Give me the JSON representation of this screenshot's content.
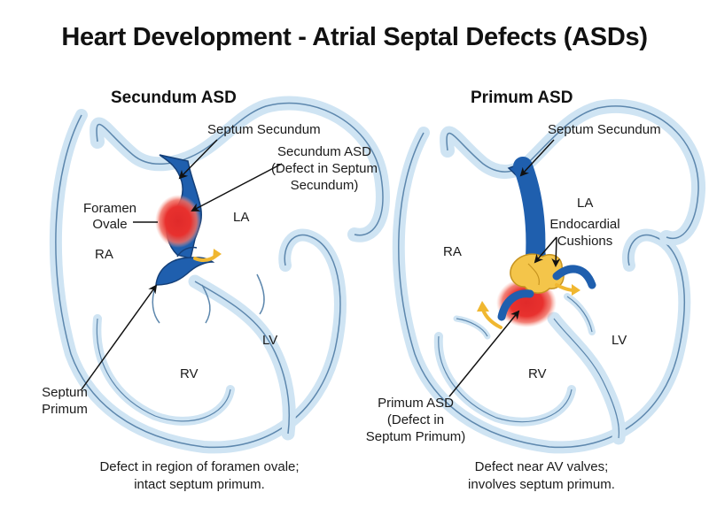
{
  "title": "Heart Development - Atrial Septal Defects (ASDs)",
  "panels": [
    {
      "title": "Secundum ASD",
      "labels": {
        "septum_secundum": "Septum Secundum",
        "defect_line1": "Secundum ASD",
        "defect_line2": "(Defect in Septum",
        "defect_line3": "Secundum)",
        "foramen_line1": "Foramen",
        "foramen_line2": "Ovale",
        "la": "LA",
        "ra": "RA",
        "lv": "LV",
        "rv": "RV",
        "septum_primum_line1": "Septum",
        "septum_primum_line2": "Primum"
      },
      "caption_line1": "Defect in region of foramen ovale;",
      "caption_line2": "intact septum primum."
    },
    {
      "title": "Primum ASD",
      "labels": {
        "septum_secundum": "Septum Secundum",
        "la": "LA",
        "endo_line1": "Endocardial",
        "endo_line2": "Cushions",
        "ra": "RA",
        "lv": "LV",
        "rv": "RV",
        "defect_line1": "Primum ASD",
        "defect_line2": "(Defect in",
        "defect_line3": "Septum Primum)"
      },
      "caption_line1": "Defect near AV valves;",
      "caption_line2": "involves septum primum."
    }
  ],
  "colors": {
    "tissue": "#d6e8f5",
    "outline": "#5d87ad",
    "septum": "#1f5fae",
    "septum_dark": "#143f78",
    "defect": "#e8302e",
    "cushion": "#f4c54a",
    "arrow": "#f0b730"
  }
}
